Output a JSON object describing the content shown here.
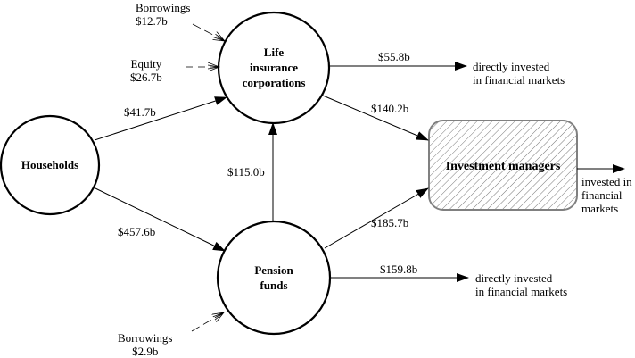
{
  "nodes": {
    "households": {
      "label": "Households"
    },
    "life": {
      "line1": "Life",
      "line2": "insurance",
      "line3": "corporations"
    },
    "pension": {
      "line1": "Pension",
      "line2": "funds"
    },
    "managers": {
      "label": "Investment managers"
    }
  },
  "inputs": {
    "life_borrowings": {
      "label": "Borrowings",
      "value": "$12.7b"
    },
    "life_equity": {
      "label": "Equity",
      "value": "$26.7b"
    },
    "pension_borrowings": {
      "label": "Borrowings",
      "value": "$2.9b"
    }
  },
  "flows": {
    "households_to_life": "$41.7b",
    "households_to_pension": "$457.6b",
    "pension_to_life": "$115.0b",
    "life_to_direct": "$55.8b",
    "life_to_managers": "$140.2b",
    "pension_to_managers": "$185.7b",
    "pension_to_direct": "$159.8b"
  },
  "destinations": {
    "life_direct": {
      "line1": "directly invested",
      "line2": "in financial markets"
    },
    "pension_direct": {
      "line1": "directly invested",
      "line2": "in financial markets"
    },
    "managers_out": {
      "line1": "invested in",
      "line2": "financial",
      "line3": "markets"
    }
  },
  "colors": {
    "stroke": "#000000",
    "box_border": "#808080",
    "hatch": "#808080"
  }
}
